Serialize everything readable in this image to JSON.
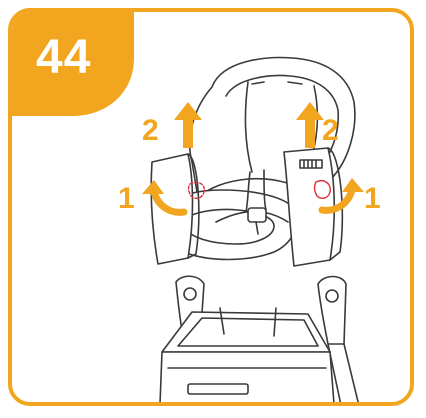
{
  "step": {
    "number": "44"
  },
  "callouts": {
    "left_up": "2",
    "right_up": "2",
    "left_out": "1",
    "right_out": "1"
  },
  "colors": {
    "accent": "#f2a51f",
    "line": "#3a3a3a",
    "marker": "#d9313c"
  },
  "icons": {
    "up_arrow": "arrow-up-icon",
    "curved_arrow": "curved-arrow-icon",
    "release_marker": "release-point-icon"
  }
}
